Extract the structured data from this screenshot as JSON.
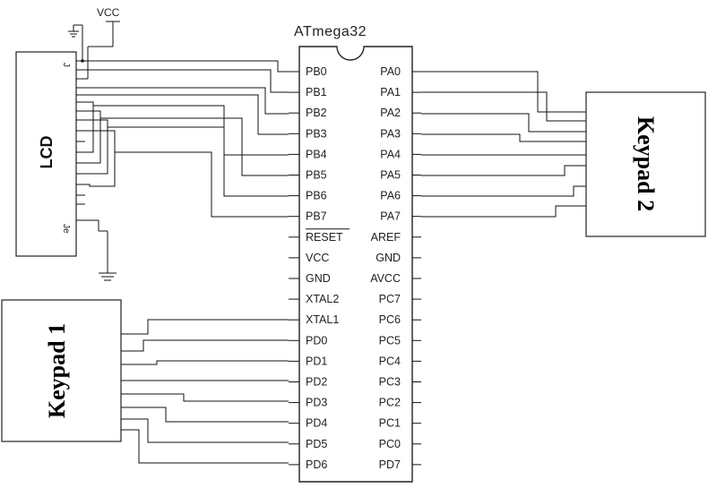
{
  "chip": {
    "title": "ATmega32",
    "left_pins": [
      "PB0",
      "PB1",
      "PB2",
      "PB3",
      "PB4",
      "PB5",
      "PB6",
      "PB7",
      "RESET",
      "VCC",
      "GND",
      "XTAL2",
      "XTAL1",
      "PD0",
      "PD1",
      "PD2",
      "PD3",
      "PD4",
      "PD5",
      "PD6"
    ],
    "right_pins": [
      "PA0",
      "PA1",
      "PA2",
      "PA3",
      "PA4",
      "PA5",
      "PA6",
      "PA7",
      "AREF",
      "GND",
      "AVCC",
      "PC7",
      "PC6",
      "PC5",
      "PC4",
      "PC3",
      "PC2",
      "PC1",
      "PC0",
      "PD7"
    ]
  },
  "power": {
    "vcc_label": "VCC"
  },
  "lcd": {
    "label": "LCD",
    "pin_top": "J",
    "pin_bottom": "Je"
  },
  "keypad1": {
    "label": "Keypad 1"
  },
  "keypad2": {
    "label": "Keypad 2"
  }
}
